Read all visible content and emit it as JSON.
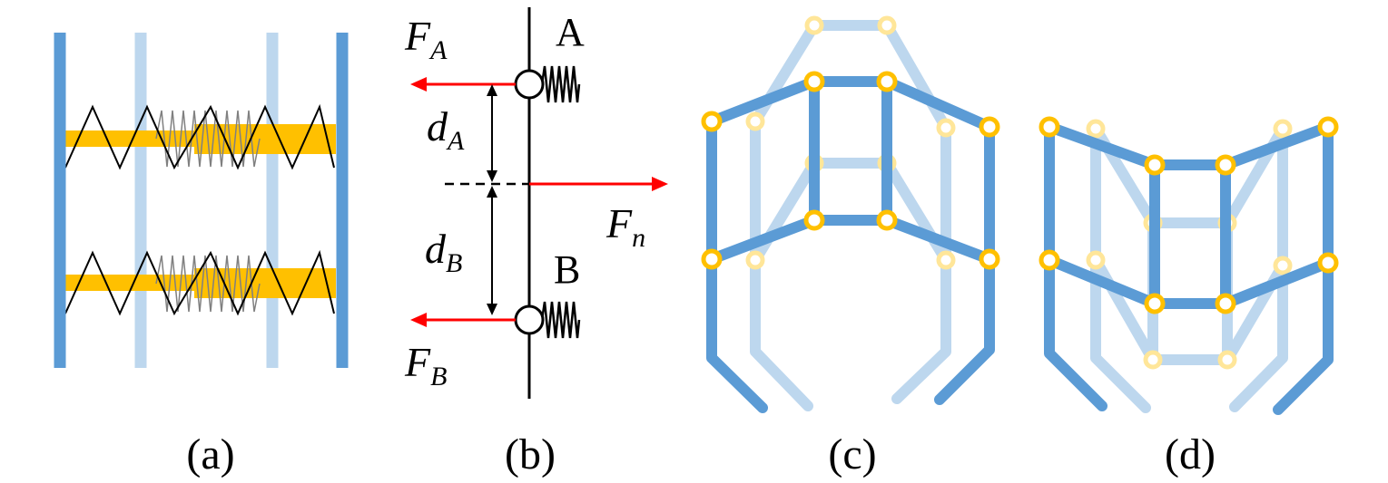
{
  "panels": {
    "a": {
      "caption": "(a)"
    },
    "b": {
      "caption": "(b)",
      "point_a": "A",
      "point_b": "B",
      "force_a": {
        "main": "F",
        "sub": "A"
      },
      "force_b": {
        "main": "F",
        "sub": "B"
      },
      "force_n": {
        "main": "F",
        "sub": "n"
      },
      "dist_a": {
        "main": "d",
        "sub": "A"
      },
      "dist_b": {
        "main": "d",
        "sub": "B"
      }
    },
    "c": {
      "caption": "(c)"
    },
    "d": {
      "caption": "(d)"
    }
  },
  "colors": {
    "blue": "#5b9bd5",
    "light_blue": "#bdd7ee",
    "orange": "#ffc000",
    "light_orange": "#ffe699",
    "red": "#ff0000",
    "black": "#000000",
    "gray": "#808080"
  }
}
